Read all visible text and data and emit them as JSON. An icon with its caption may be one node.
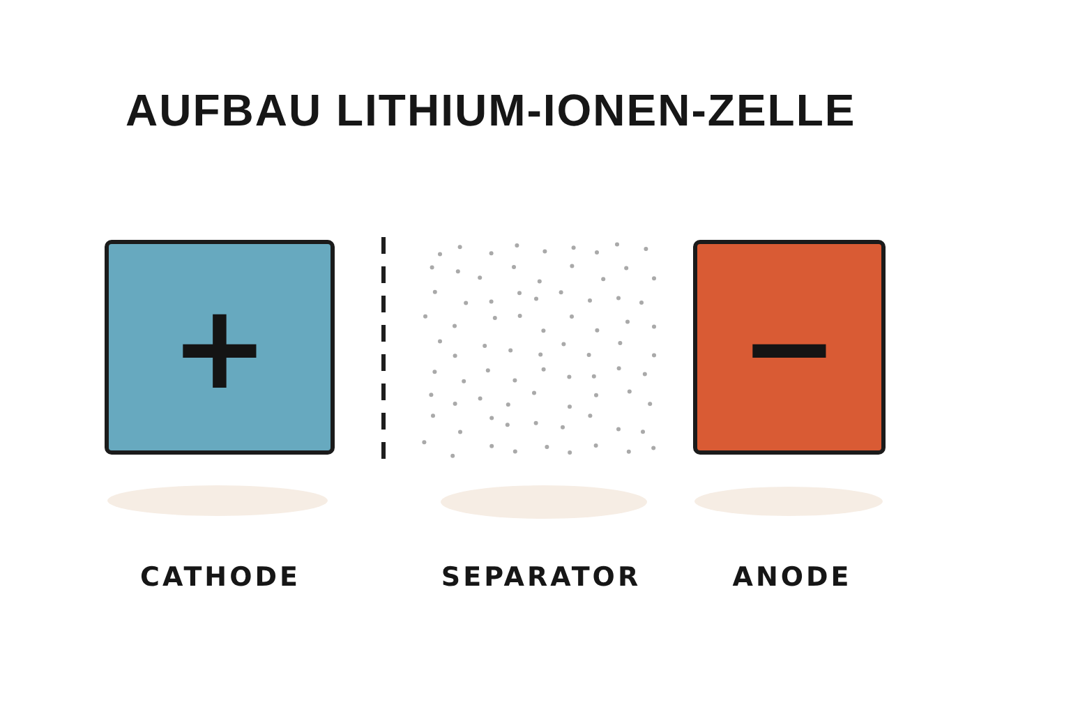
{
  "diagram": {
    "title": "AUFBAU LITHIUM-IONEN-ZELLE",
    "nodes": [
      {
        "text": [
          "+"
        ]
      },
      {
        "text": [],
        "shape": "picture"
      },
      {
        "text": [
          "−"
        ]
      }
    ],
    "edges": [],
    "labels": [
      "CATHODE",
      "SEPARATOR",
      "ANODE"
    ]
  }
}
